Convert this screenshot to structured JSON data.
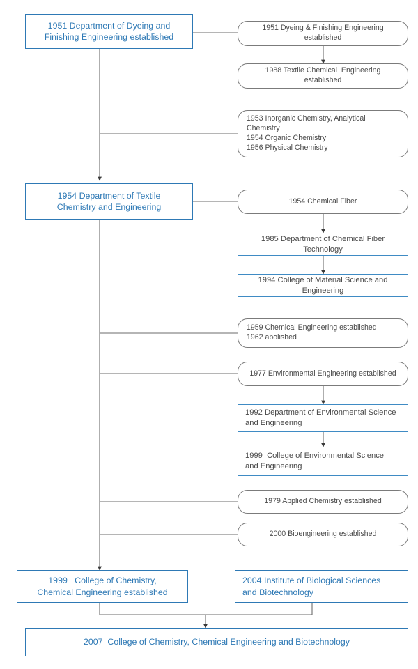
{
  "diagram": {
    "title": "Institutional history flowchart of the College of Chemistry, Chemical Engineering and Biotechnology",
    "accent_blue": "#2E79B5",
    "node_grey_border": "#7b7b7b",
    "text_grey": "#4a4a4a",
    "connector_color": "#6b6b6b",
    "background": "#ffffff"
  },
  "nodes": {
    "dyeing_1951": {
      "lines": [
        "1951 Department of Dyeing and",
        "Finishing Engineering established"
      ],
      "style": "blue",
      "align": "center"
    },
    "dyeing_branch_1951": {
      "lines": [
        "1951 Dyeing & Finishing Engineering established"
      ],
      "style": "grey",
      "align": "center"
    },
    "textile_chem_1988": {
      "lines": [
        "1988 Textile Chemical  Engineering established"
      ],
      "style": "grey",
      "align": "center"
    },
    "chemistry_group": {
      "lines": [
        "1953 Inorganic Chemistry, Analytical Chemistry",
        "1954 Organic Chemistry",
        "1956 Physical Chemistry"
      ],
      "style": "grey",
      "align": "left"
    },
    "textile_dept_1954": {
      "lines": [
        "1954 Department of Textile",
        "Chemistry and Engineering"
      ],
      "style": "blue",
      "align": "center"
    },
    "chemical_fiber_1954": {
      "lines": [
        "1954 Chemical Fiber"
      ],
      "style": "grey",
      "align": "center"
    },
    "fiber_tech_1985": {
      "lines": [
        "1985 Department of Chemical Fiber Technology"
      ],
      "style": "blue-grey",
      "align": "center"
    },
    "material_science_1994": {
      "lines": [
        "1994 College of Material Science and Engineering"
      ],
      "style": "blue-grey",
      "align": "center"
    },
    "chem_eng_1959": {
      "lines": [
        "1959 Chemical Engineering established",
        "1962 abolished"
      ],
      "style": "grey",
      "align": "left"
    },
    "environmental_1977": {
      "lines": [
        "1977 Environmental Engineering established"
      ],
      "style": "grey",
      "align": "center"
    },
    "env_dept_1992": {
      "lines": [
        "1992 Department of Environmental Science",
        "and Engineering"
      ],
      "style": "blue-grey",
      "align": "left"
    },
    "env_college_1999": {
      "lines": [
        "1999  College of Environmental Science",
        "and Engineering"
      ],
      "style": "blue-grey",
      "align": "left"
    },
    "applied_chem_1979": {
      "lines": [
        "1979 Applied Chemistry established"
      ],
      "style": "grey",
      "align": "center"
    },
    "bioengineering_2000": {
      "lines": [
        "2000 Bioengineering established"
      ],
      "style": "grey",
      "align": "center"
    },
    "chem_college_1999": {
      "lines": [
        "1999   College of Chemistry,",
        "Chemical Engineering established"
      ],
      "style": "blue",
      "align": "center"
    },
    "bio_institute_2004": {
      "lines": [
        "2004 Institute of Biological Sciences",
        "and Biotechnology"
      ],
      "style": "blue",
      "align": "left"
    },
    "final_college_2007": {
      "lines": [
        "2007  College of Chemistry, Chemical Engineering and Biotechnology"
      ],
      "style": "blue",
      "align": "center"
    }
  },
  "timeline_years": [
    "1951",
    "1953",
    "1954",
    "1956",
    "1959",
    "1962",
    "1977",
    "1979",
    "1985",
    "1988",
    "1992",
    "1994",
    "1999",
    "2000",
    "2004",
    "2007"
  ]
}
